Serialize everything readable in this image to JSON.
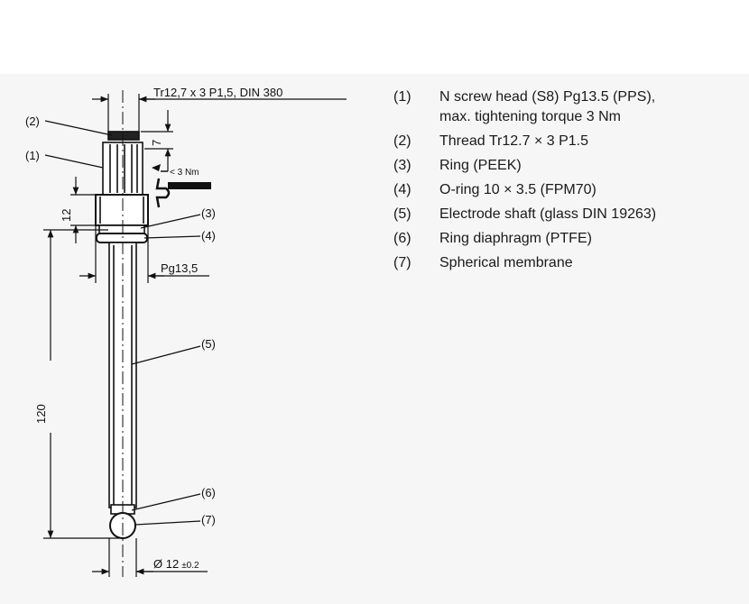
{
  "drawing": {
    "thread_dim": "Tr12,7 x 3 P1,5, DIN 380",
    "dim_7": "7",
    "torque": "< 3 Nm",
    "dim_12": "12",
    "pg_label": "Pg13,5",
    "dim_120": "120",
    "diameter_main": "Ø 12",
    "diameter_tol": "±0.2",
    "callouts": [
      "(1)",
      "(2)",
      "(3)",
      "(4)",
      "(5)",
      "(6)",
      "(7)"
    ]
  },
  "legend": [
    {
      "num": "(1)",
      "lines": [
        "N screw head (S8) Pg13.5 (PPS),",
        "max. tightening torque 3 Nm"
      ]
    },
    {
      "num": "(2)",
      "lines": [
        "Thread Tr12.7 × 3 P1.5"
      ]
    },
    {
      "num": "(3)",
      "lines": [
        "Ring (PEEK)"
      ]
    },
    {
      "num": "(4)",
      "lines": [
        "O-ring 10 × 3.5 (FPM70)"
      ]
    },
    {
      "num": "(5)",
      "lines": [
        "Electrode shaft (glass DIN 19263)"
      ]
    },
    {
      "num": "(6)",
      "lines": [
        "Ring diaphragm (PTFE)"
      ]
    },
    {
      "num": "(7)",
      "lines": [
        "Spherical membrane"
      ]
    }
  ]
}
